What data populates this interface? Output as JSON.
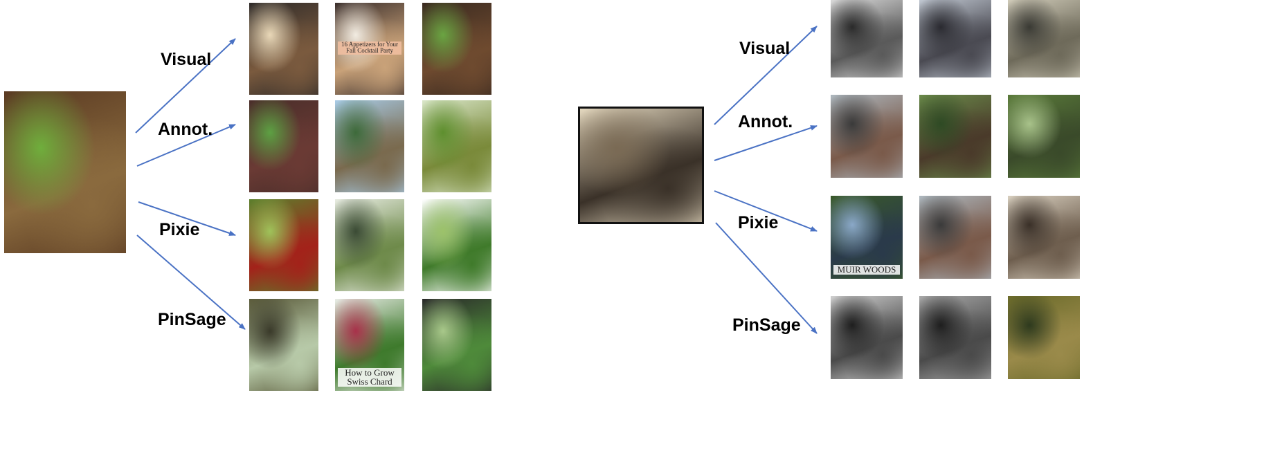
{
  "panels": [
    {
      "name": "left",
      "query": {
        "subject": "seedlings in peat pots",
        "colors": [
          "#5a3a22",
          "#8a6a3e",
          "#6fae3c"
        ]
      },
      "methods": [
        {
          "label": "Visual",
          "results": [
            {
              "subject": "plates of meatballs and eggs",
              "colors": [
                "#2f2b29",
                "#7a5a3e",
                "#e9d8b8"
              ]
            },
            {
              "subject": "appetizer collage",
              "colors": [
                "#3b2f2c",
                "#c9a279",
                "#f2ece2"
              ],
              "caption": "16 Appetizers for Your Fall Cocktail Party"
            },
            {
              "subject": "seedling sprouting in soil",
              "colors": [
                "#3a2a20",
                "#6e4a2f",
                "#6aa442"
              ]
            }
          ]
        },
        {
          "label": "Annot.",
          "results": [
            {
              "subject": "green leaf on forest floor",
              "colors": [
                "#4a2e2a",
                "#6a3a34",
                "#5da043"
              ]
            },
            {
              "subject": "bonsai tree",
              "colors": [
                "#a8cbe6",
                "#7a6a4e",
                "#3d6a3a"
              ]
            },
            {
              "subject": "kiwi fruits",
              "colors": [
                "#d9e6c8",
                "#7a8a3a",
                "#5e8f2e"
              ]
            }
          ]
        },
        {
          "label": "Pixie",
          "results": [
            {
              "subject": "red peppers on plant",
              "colors": [
                "#5b7f2c",
                "#a3221a",
                "#9fc25a"
              ]
            },
            {
              "subject": "vineyard and trellis collage",
              "colors": [
                "#e8ece2",
                "#6e8a4a",
                "#3a4a34"
              ]
            },
            {
              "subject": "broccoli",
              "colors": [
                "#ffffff",
                "#3f7a2a",
                "#9cc26a"
              ]
            }
          ]
        },
        {
          "label": "PinSage",
          "results": [
            {
              "subject": "succulent seedlings",
              "colors": [
                "#5a5a3a",
                "#b7c9a8",
                "#3a3a2a"
              ]
            },
            {
              "subject": "swiss chard in pot",
              "colors": [
                "#e9ece6",
                "#3e7a2c",
                "#a8314a"
              ],
              "caption": "How to Grow Swiss Chard"
            },
            {
              "subject": "greens in seed trays",
              "colors": [
                "#2a2a2a",
                "#4e8a3a",
                "#a8c88a"
              ]
            }
          ]
        }
      ]
    },
    {
      "name": "right",
      "query": {
        "subject": "sepia photo of people on giant tree stump",
        "colors": [
          "#e4d8bf",
          "#3a3128",
          "#7a6a54"
        ]
      },
      "methods": [
        {
          "label": "Visual",
          "results": [
            {
              "subject": "soldiers running, black and white",
              "colors": [
                "#d8d8d8",
                "#5a5a5a",
                "#2a2a2a"
              ]
            },
            {
              "subject": "old photo of log cabin",
              "colors": [
                "#bfc6d0",
                "#4a4a52",
                "#2a2a30"
              ]
            },
            {
              "subject": "old photo of farmer in field",
              "colors": [
                "#cfcab8",
                "#6e6a5a",
                "#3a3a34"
              ]
            }
          ]
        },
        {
          "label": "Annot.",
          "results": [
            {
              "subject": "lumberjack with felled log",
              "colors": [
                "#aeb8bf",
                "#7a5a4a",
                "#3a3a3a"
              ]
            },
            {
              "subject": "person at base of giant tree",
              "colors": [
                "#6a8a4a",
                "#4a3a2a",
                "#2e4a24"
              ]
            },
            {
              "subject": "jungle tree roots",
              "colors": [
                "#5a7a3a",
                "#3a4a2a",
                "#a8c28a"
              ]
            }
          ]
        },
        {
          "label": "Pixie",
          "results": [
            {
              "subject": "Muir Woods sign",
              "colors": [
                "#3a5a2a",
                "#2a3a4a",
                "#8aa8c8"
              ],
              "caption": "MUIR WOODS"
            },
            {
              "subject": "lumberjack with felled log",
              "colors": [
                "#aeb8bf",
                "#7a5a4a",
                "#3a3a3a"
              ]
            },
            {
              "subject": "old photo of lumber mill",
              "colors": [
                "#d8cfbf",
                "#6e5e4e",
                "#3a3028"
              ]
            }
          ]
        },
        {
          "label": "PinSage",
          "results": [
            {
              "subject": "wagon in front of giant redwood",
              "colors": [
                "#cfcfcf",
                "#4a4a4a",
                "#1e1e1e"
              ]
            },
            {
              "subject": "loggers at giant tree",
              "colors": [
                "#a8a8a8",
                "#4a4a4a",
                "#1e1e1e"
              ]
            },
            {
              "subject": "mossy tree trunk",
              "colors": [
                "#6a6a2a",
                "#9a8a4a",
                "#2e3a1e"
              ]
            }
          ]
        }
      ]
    }
  ],
  "arrow_color": "#4a72c4"
}
